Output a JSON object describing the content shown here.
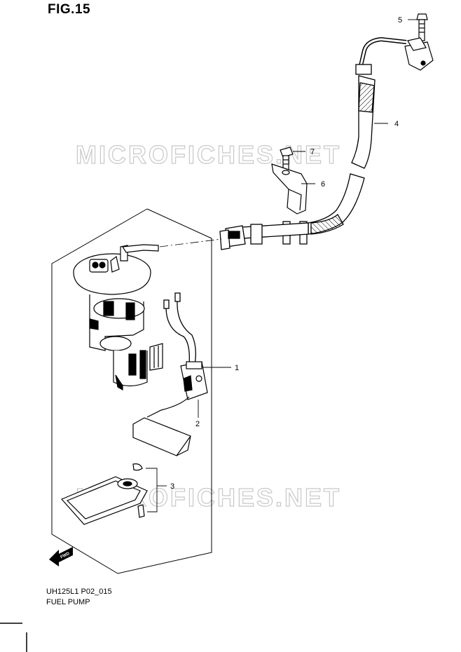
{
  "figure": {
    "title": "FIG.15"
  },
  "watermark": {
    "text": "MICROFICHES.NET"
  },
  "callouts": [
    {
      "number": "1"
    },
    {
      "number": "2"
    },
    {
      "number": "3"
    },
    {
      "number": "4"
    },
    {
      "number": "5"
    },
    {
      "number": "6"
    },
    {
      "number": "7"
    }
  ],
  "fwd_arrow": {
    "label": "FWD"
  },
  "caption": {
    "code": "UH125L1 P02_015",
    "name": "FUEL PUMP"
  }
}
